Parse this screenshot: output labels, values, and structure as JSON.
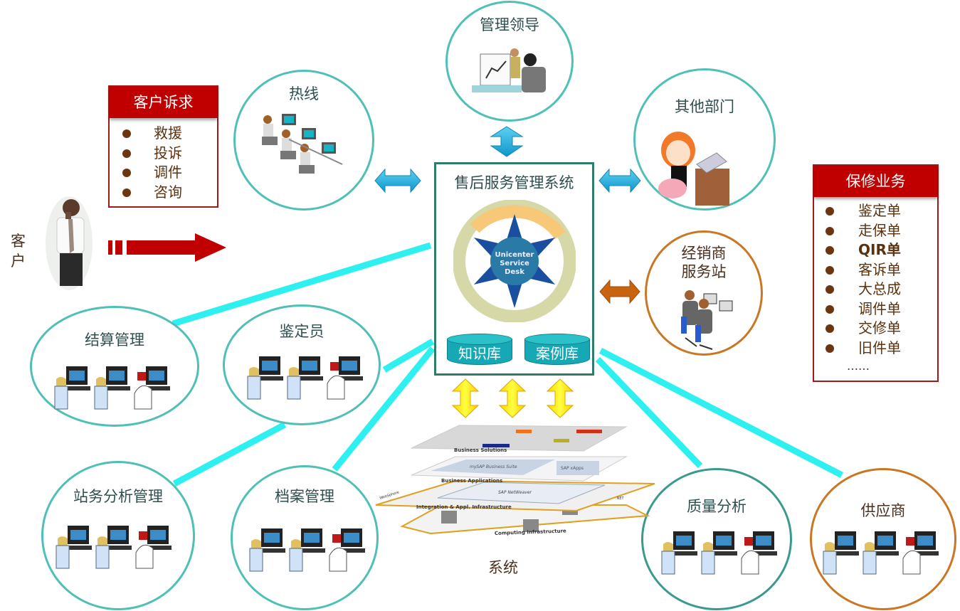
{
  "customer": {
    "label": "客户"
  },
  "complaints": {
    "title": "客户诉求",
    "items": [
      "救援",
      "投诉",
      "调件",
      "咨询"
    ]
  },
  "warranty": {
    "title": "保修业务",
    "items": [
      "鉴定单",
      "走保单",
      "QIR单",
      "客诉单",
      "大总成",
      "调件单",
      "交修单",
      "旧件单"
    ],
    "more": "……"
  },
  "center": {
    "title": "售后服务管理系统",
    "logo_text": [
      "Unicenter",
      "Service",
      "Desk"
    ],
    "databases": [
      "知识库",
      "案例库"
    ]
  },
  "nodes": {
    "hotline": "热线",
    "management": "管理领导",
    "other_departments": "其他部门",
    "dealer_station": [
      "经销商",
      "服务站"
    ],
    "settlement": "结算管理",
    "appraiser": "鉴定员",
    "station_analysis": "站务分析管理",
    "archive": "档案管理",
    "quality_analysis": "质量分析",
    "supplier": "供应商"
  },
  "system_stack": {
    "label": "系统",
    "layers": [
      "Business Solutions",
      "Business Applications",
      "Integration & Appl. Infrastructure",
      "Computing Infrastructure"
    ],
    "inner_labels": [
      "mySAP Business Suite",
      "SAP xApps",
      "SAP NetWeaver",
      "WebSphere",
      ".NET"
    ]
  },
  "colors": {
    "teal_border": "#4fc0b6",
    "orange_border": "#c97722",
    "red_header": "#c00000",
    "connector_cyan": "#2ef0f0",
    "arrow_blue": "#1aa8dc",
    "arrow_orange": "#c8640f",
    "arrow_yellow": "#ffe800"
  }
}
